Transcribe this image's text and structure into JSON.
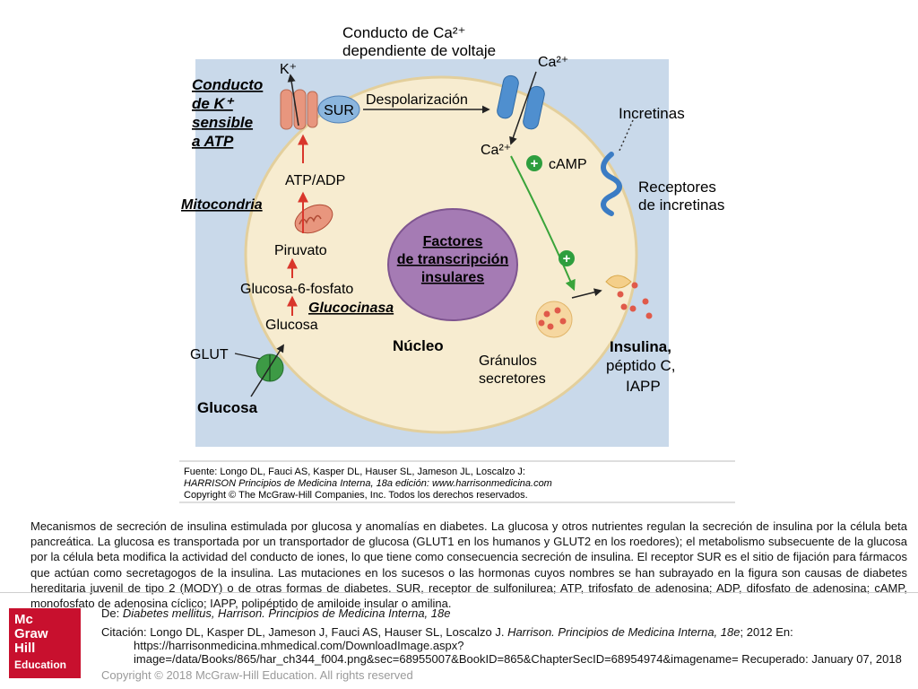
{
  "diagram": {
    "k_channel_label": [
      "Conducto",
      "de K⁺",
      "sensible",
      "a ATP"
    ],
    "k_ion": "K⁺",
    "sur": "SUR",
    "depolarization": "Despolarización",
    "ca_channel_label": [
      "Conducto de Ca²⁺",
      "dependiente de voltaje"
    ],
    "ca_outside": "Ca²⁺",
    "ca_inside": "Ca²⁺",
    "camp": "cAMP",
    "incretins": "Incretinas",
    "incretin_receptors": [
      "Receptores",
      "de incretinas"
    ],
    "atp_adp": "ATP/ADP",
    "mitochondria": "Mitocondria",
    "pyruvate": "Piruvato",
    "g6p": "Glucosa-6-fosfato",
    "glucokinase": "Glucocinasa",
    "glucose_inside": "Glucosa",
    "glut": "GLUT",
    "glucose_outside": "Glucosa",
    "nucleus_factors": [
      "Factores",
      "de transcripción",
      "insulares"
    ],
    "nucleus": "Núcleo",
    "granules": [
      "Gránulos",
      "secretores"
    ],
    "products": [
      "Insulina,",
      "péptido C,",
      "IAPP"
    ],
    "plus": "+",
    "figure_source": [
      "Fuente: Longo DL, Fauci AS, Kasper DL, Hauser SL, Jameson JL, Loscalzo J:",
      "HARRISON Principios de Medicina Interna, 18a edición: www.harrisonmedicina.com",
      "Copyright © The McGraw-Hill Companies, Inc. Todos los derechos reservados."
    ],
    "colors": {
      "background": "#c9d9ea",
      "cell": "#f7ecd0",
      "k_channel": "#e8967e",
      "ca_channel": "#4f8fcf",
      "nucleus": "#a57bb4",
      "glut": "#3d9a45",
      "plus": "#2e9e3e",
      "granule": "#e05a4a",
      "arrow_red": "#d9362b",
      "arrow_green": "#3aa43a"
    }
  },
  "caption": "Mecanismos de secreción de insulina estimulada por glucosa y anomalías en diabetes. La glucosa y otros nutrientes regulan la secreción de insulina por la célula beta pancreática. La glucosa es transportada por un transportador de glucosa (GLUT1 en los humanos y GLUT2 en los roedores); el metabolismo subsecuente de la glucosa por la célula beta modifica la actividad del conducto de iones, lo que tiene como consecuencia secreción de insulina. El receptor SUR es el sitio de fijación para fármacos que actúan como secretagogos de la insulina. Las mutaciones en los sucesos o las hormonas cuyos nombres se han subrayado en la figura son causas de diabetes hereditaria juvenil de tipo 2 (MODY) o de otras formas de diabetes. SUR, receptor de sulfonilurea; ATP, trifosfato de adenosina; ADP, difosfato de adenosina; cAMP, monofosfato de adenosina cíclico; IAPP, polipéptido de amiloide insular o amilina.",
  "footer": {
    "logo": [
      "Mc",
      "Graw",
      "Hill",
      "Education"
    ],
    "source_prefix": "De: ",
    "source_title": "Diabetes mellitus, Harrison. Principios de Medicina Interna, 18e",
    "citation_text": "Citación: Longo DL, Kasper DL, Jameson J, Fauci AS, Hauser SL, Loscalzo J. ",
    "citation_book": "Harrison. Principios de Medicina Interna, 18e",
    "citation_tail": "; 2012 En:",
    "citation_url": "https://harrisonmedicina.mhmedical.com/DownloadImage.aspx?image=/data/Books/865/har_ch344_f004.png&sec=68955007&BookID=865&ChapterSecID=68954974&imagename= Recuperado: January 07, 2018",
    "copyright": "Copyright © 2018 McGraw-Hill Education. All rights reserved"
  }
}
